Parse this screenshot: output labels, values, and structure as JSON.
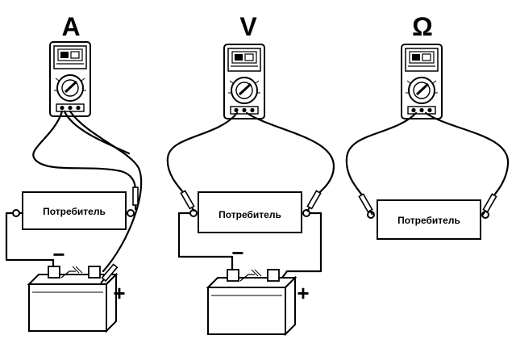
{
  "title": "",
  "panels": [
    {
      "id": "ammeter",
      "mode_symbol": "A",
      "load_label": "Потребитель",
      "minus_sign": "−",
      "plus_sign": "+"
    },
    {
      "id": "voltmeter",
      "mode_symbol": "V",
      "load_label": "Потребитель",
      "minus_sign": "−",
      "plus_sign": "+"
    },
    {
      "id": "ohmmeter",
      "mode_symbol": "Ω",
      "load_label": "Потребитель"
    }
  ],
  "colors": {
    "ink": "#000000",
    "paper": "#ffffff"
  },
  "icons": [
    "multimeter-icon",
    "battery-icon",
    "probe-icon",
    "rotary-dial-icon"
  ]
}
